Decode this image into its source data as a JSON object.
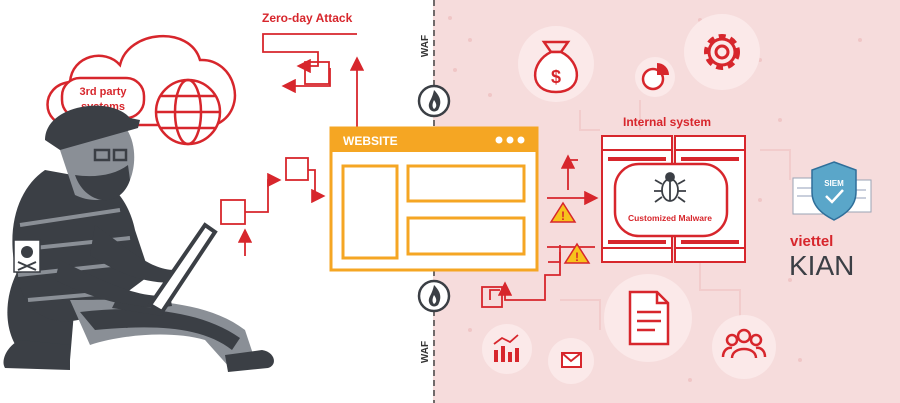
{
  "labels": {
    "zero_day": "Zero-day Attack",
    "third_party_line1": "3rd party",
    "third_party_line2": "systems",
    "waf_top": "WAF",
    "waf_bottom": "WAF",
    "website": "WEBSITE",
    "internal_system": "Internal system",
    "customized_malware": "Customized Malware",
    "siem": "SIEM",
    "brand_top": "viettel",
    "brand_bottom": "KIAN",
    "dollar_glyph": "$",
    "warning_glyph": "!"
  },
  "icons": [
    "cloud-icon",
    "globe-icon",
    "hacker-icon",
    "skull-icon",
    "laptop-icon",
    "firewall-icon",
    "money-bag-icon",
    "gear-icon",
    "pie-chart-icon",
    "bug-icon",
    "warning-icon",
    "document-icon",
    "users-icon",
    "mail-icon",
    "analytics-icon",
    "siem-shield-icon"
  ],
  "colors": {
    "accent_red": "#d7262c",
    "orange": "#f5a623",
    "internal_bg": "#f6dcdc",
    "circle_bg": "#fbe9e9",
    "dark": "#3b3f45",
    "warning_yellow": "#f7c21c"
  }
}
